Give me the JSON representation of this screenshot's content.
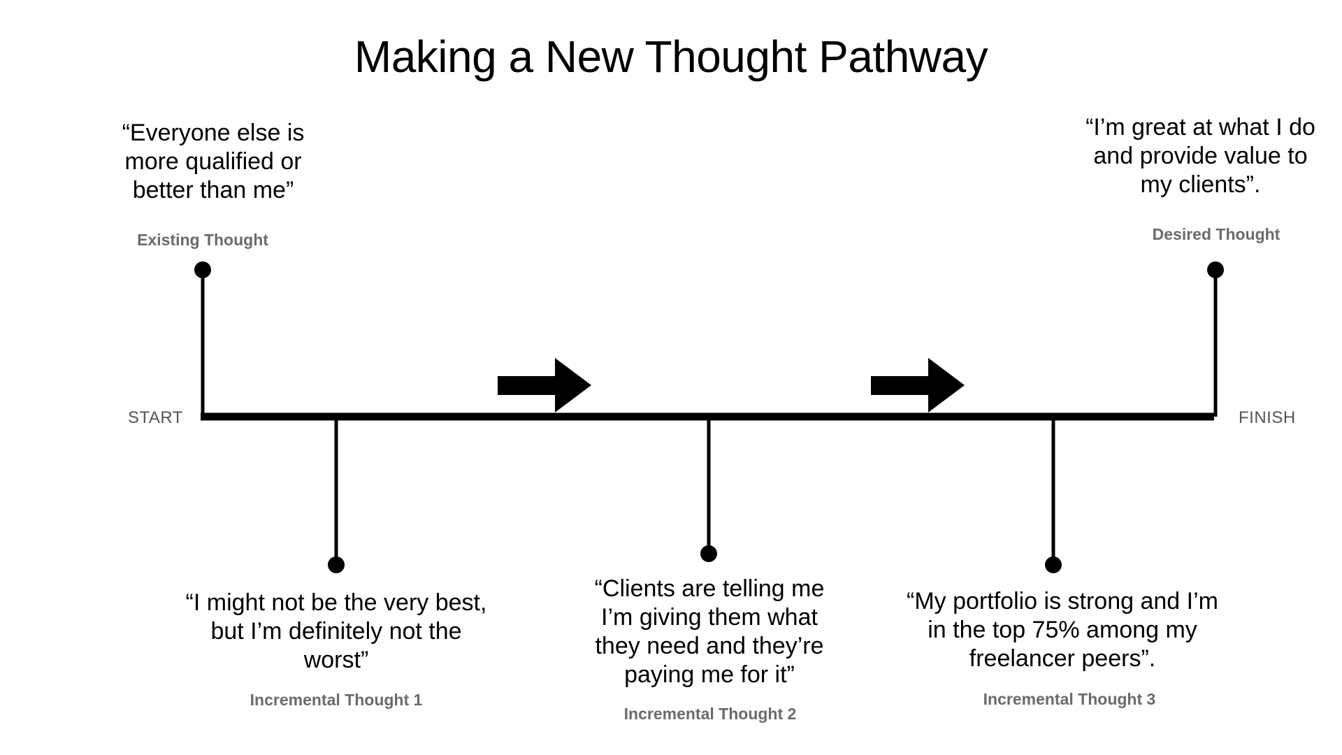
{
  "title": "Making a New Thought Pathway",
  "timeline": {
    "start_label": "START",
    "finish_label": "FINISH"
  },
  "thoughts": {
    "existing": {
      "quote": "“Everyone else is more qualified or better than me”",
      "label": "Existing Thought"
    },
    "desired": {
      "quote": "“I’m great at what I do and provide value to my clients”.",
      "label": "Desired Thought"
    },
    "incremental_1": {
      "quote": "“I might not be the very best, but I’m definitely not the worst”",
      "label": "Incremental Thought 1"
    },
    "incremental_2": {
      "quote": "“Clients are telling me I’m giving them what they need and they’re paying me for it”",
      "label": "Incremental Thought 2"
    },
    "incremental_3": {
      "quote": "“My portfolio is strong and I’m in the top 75% among my freelancer peers”.",
      "label": "Incremental Thought 3"
    }
  },
  "colors": {
    "ink": "#000000",
    "label_gray": "#6b6b6b",
    "end_label_gray": "#555555",
    "background": "#ffffff"
  },
  "icons": [
    "right-arrow-icon",
    "right-arrow-icon"
  ]
}
